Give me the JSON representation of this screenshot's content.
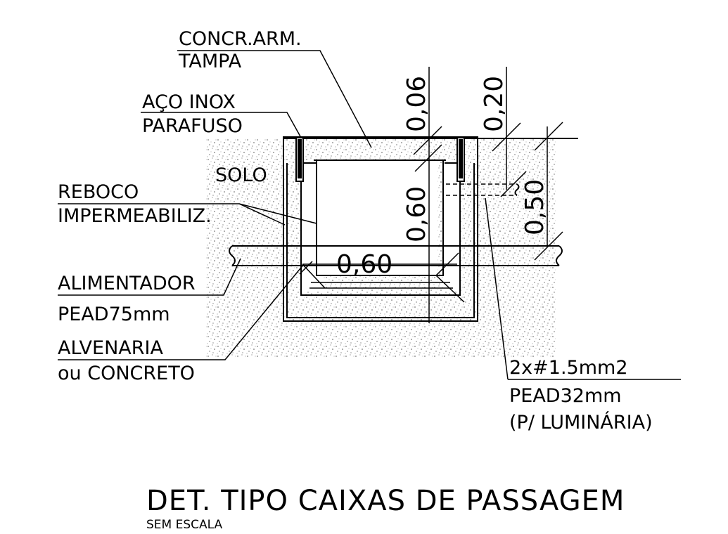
{
  "labels": {
    "concr_arm": "CONCR.ARM.",
    "tampa": "TAMPA",
    "aco_inox": "AÇO INOX",
    "parafuso": "PARAFUSO",
    "solo": "SOLO",
    "reboco": "REBOCO",
    "impermeabiliz": "IMPERMEABILIZ.",
    "alimentador": "ALIMENTADOR",
    "pead75": "PEAD75mm",
    "alvenaria": "ALVENARIA",
    "ou_concreto": "ou CONCRETO",
    "cabo": "2x#1.5mm2",
    "pead32": "PEAD32mm",
    "luminaria": "(P/ LUMINÁRIA)"
  },
  "dimensions": {
    "d006": "0,06",
    "d020": "0,20",
    "d060v": "0,60",
    "d050": "0,50",
    "d060h": "0,60"
  },
  "title": {
    "main": "DET. TIPO CAIXAS DE PASSAGEM",
    "scale": "SEM ESCALA"
  }
}
